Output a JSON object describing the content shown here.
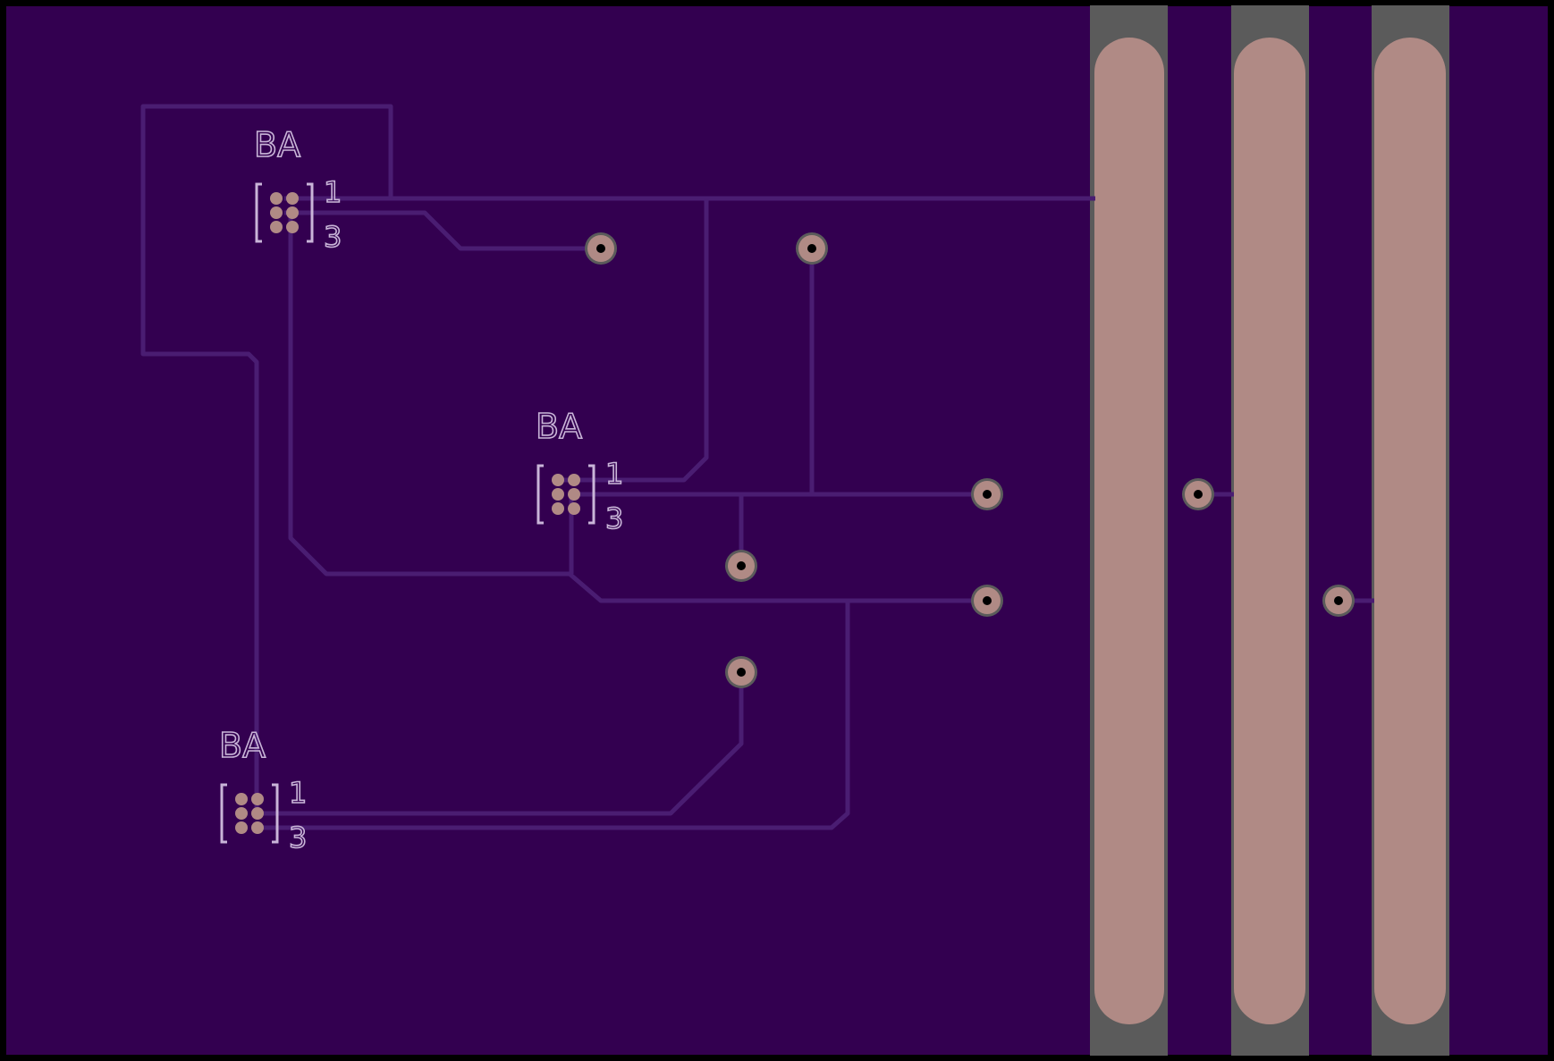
{
  "board": {
    "substrate_color": "#330050",
    "outline_color": "#000000",
    "trace_color": "#4a1d72",
    "pad_color": "#b08a85",
    "strip_back_color": "#5b5b5b",
    "silk_color": "#c9b5d8",
    "via_hole_color": "#000000"
  },
  "components": [
    {
      "id": "J1",
      "silk_top": "BA",
      "pin_top": "1",
      "pin_bottom": "3"
    },
    {
      "id": "J2",
      "silk_top": "BA",
      "pin_top": "1",
      "pin_bottom": "3"
    },
    {
      "id": "J3",
      "silk_top": "BA",
      "pin_top": "1",
      "pin_bottom": "3"
    }
  ],
  "strips": [
    {
      "name": "power-strip-1"
    },
    {
      "name": "power-strip-2"
    },
    {
      "name": "power-strip-3"
    }
  ],
  "vias": [
    {
      "name": "via-1"
    },
    {
      "name": "via-2"
    },
    {
      "name": "via-3"
    },
    {
      "name": "via-4"
    },
    {
      "name": "via-5"
    },
    {
      "name": "via-6"
    },
    {
      "name": "via-7"
    },
    {
      "name": "via-8"
    }
  ]
}
